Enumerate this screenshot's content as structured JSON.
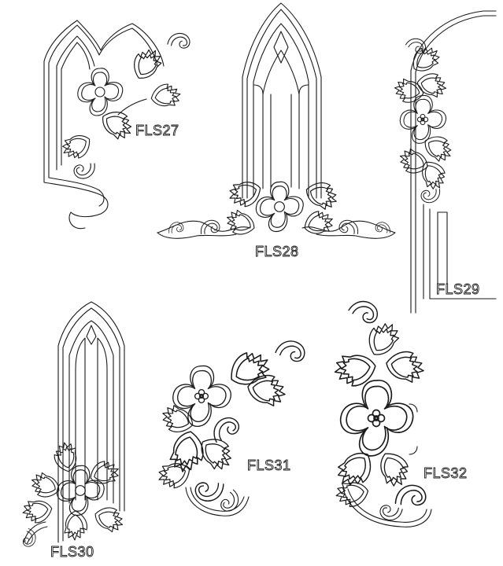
{
  "designs": [
    {
      "code": "FLS27"
    },
    {
      "code": "FLS28"
    },
    {
      "code": "FLS29"
    },
    {
      "code": "FLS30"
    },
    {
      "code": "FLS31"
    },
    {
      "code": "FLS32"
    }
  ],
  "colors": {
    "background": "#ffffff",
    "line": "#1a1a1a"
  }
}
